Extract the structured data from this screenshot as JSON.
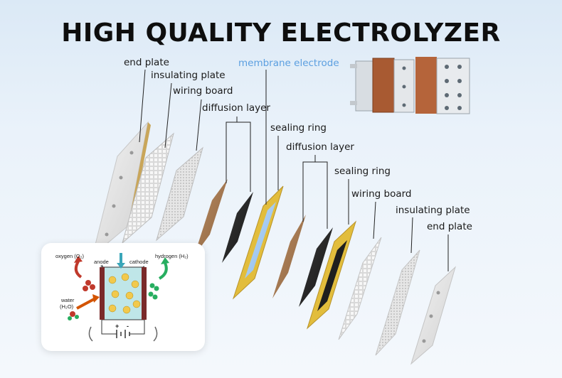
{
  "title": "HIGH QUALITY ELECTROLYZER",
  "labels": {
    "end_plate_left": "end plate",
    "insulating_plate_left": "insulating plate",
    "wiring_board_left": "wiring board",
    "diffusion_layer_left": "diffusion layer",
    "membrane_electrode": "membrane electrode",
    "sealing_ring_left": "sealing ring",
    "diffusion_layer_right": "diffusion layer",
    "sealing_ring_right": "sealing ring",
    "wiring_board_right": "wiring board",
    "insulating_plate_right": "insulating plate",
    "end_plate_right": "end plate"
  },
  "inset": {
    "oxygen": "oxygen (O₂)",
    "anode": "anode",
    "cathode": "cathode",
    "hydrogen": "hydrogen (H₂)",
    "water": "water",
    "water_formula": "(H₂O)",
    "plus_top": "+",
    "minus_top": "-",
    "plus_bottom": "+",
    "minus_bottom": "-"
  },
  "colors": {
    "accent_blue": "#5b9fe0",
    "gold_frame": "#e2bd3c",
    "membrane": "#a9cdf3",
    "copper_layer": "#a87c55",
    "carbon_layer": "#2a2a2a"
  }
}
